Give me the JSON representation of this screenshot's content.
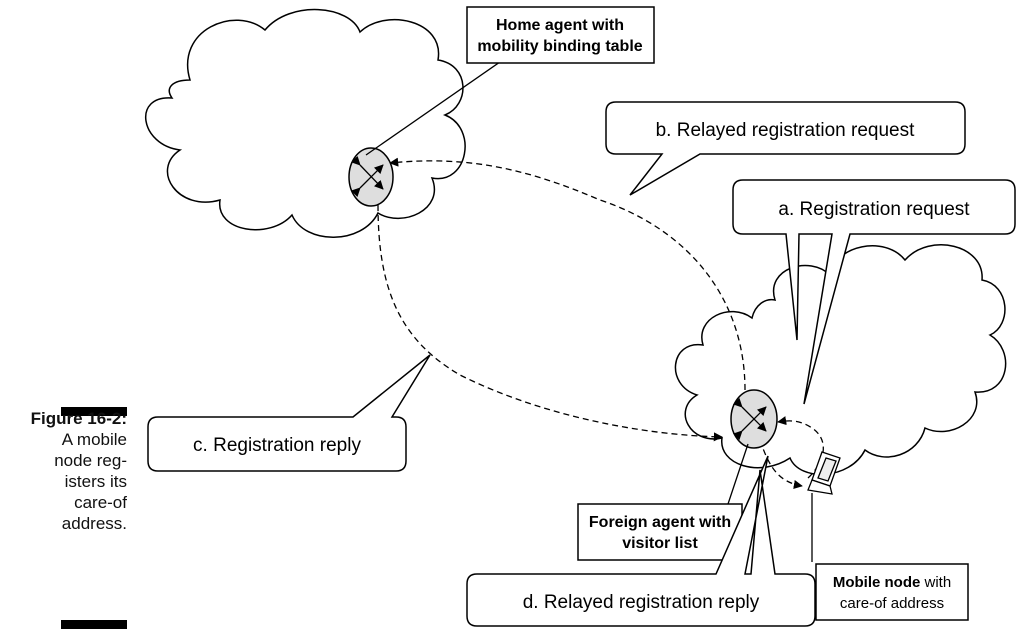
{
  "figure": {
    "number": "Figure 16-2:",
    "caption_lines": [
      "A mobile",
      "node reg-",
      "isters its",
      "care-of",
      "address."
    ]
  },
  "labels": {
    "home_agent": [
      "Home agent with",
      "mobility binding table"
    ],
    "foreign_agent": [
      "Foreign agent with",
      "visitor list"
    ],
    "mobile_node_bold": "Mobile node",
    "mobile_node_rest": " with",
    "mobile_node_line2": "care-of address"
  },
  "callouts": {
    "a": "a. Registration request",
    "b": "b. Relayed registration request",
    "c": "c. Registration reply",
    "d": "d. Relayed registration reply"
  }
}
